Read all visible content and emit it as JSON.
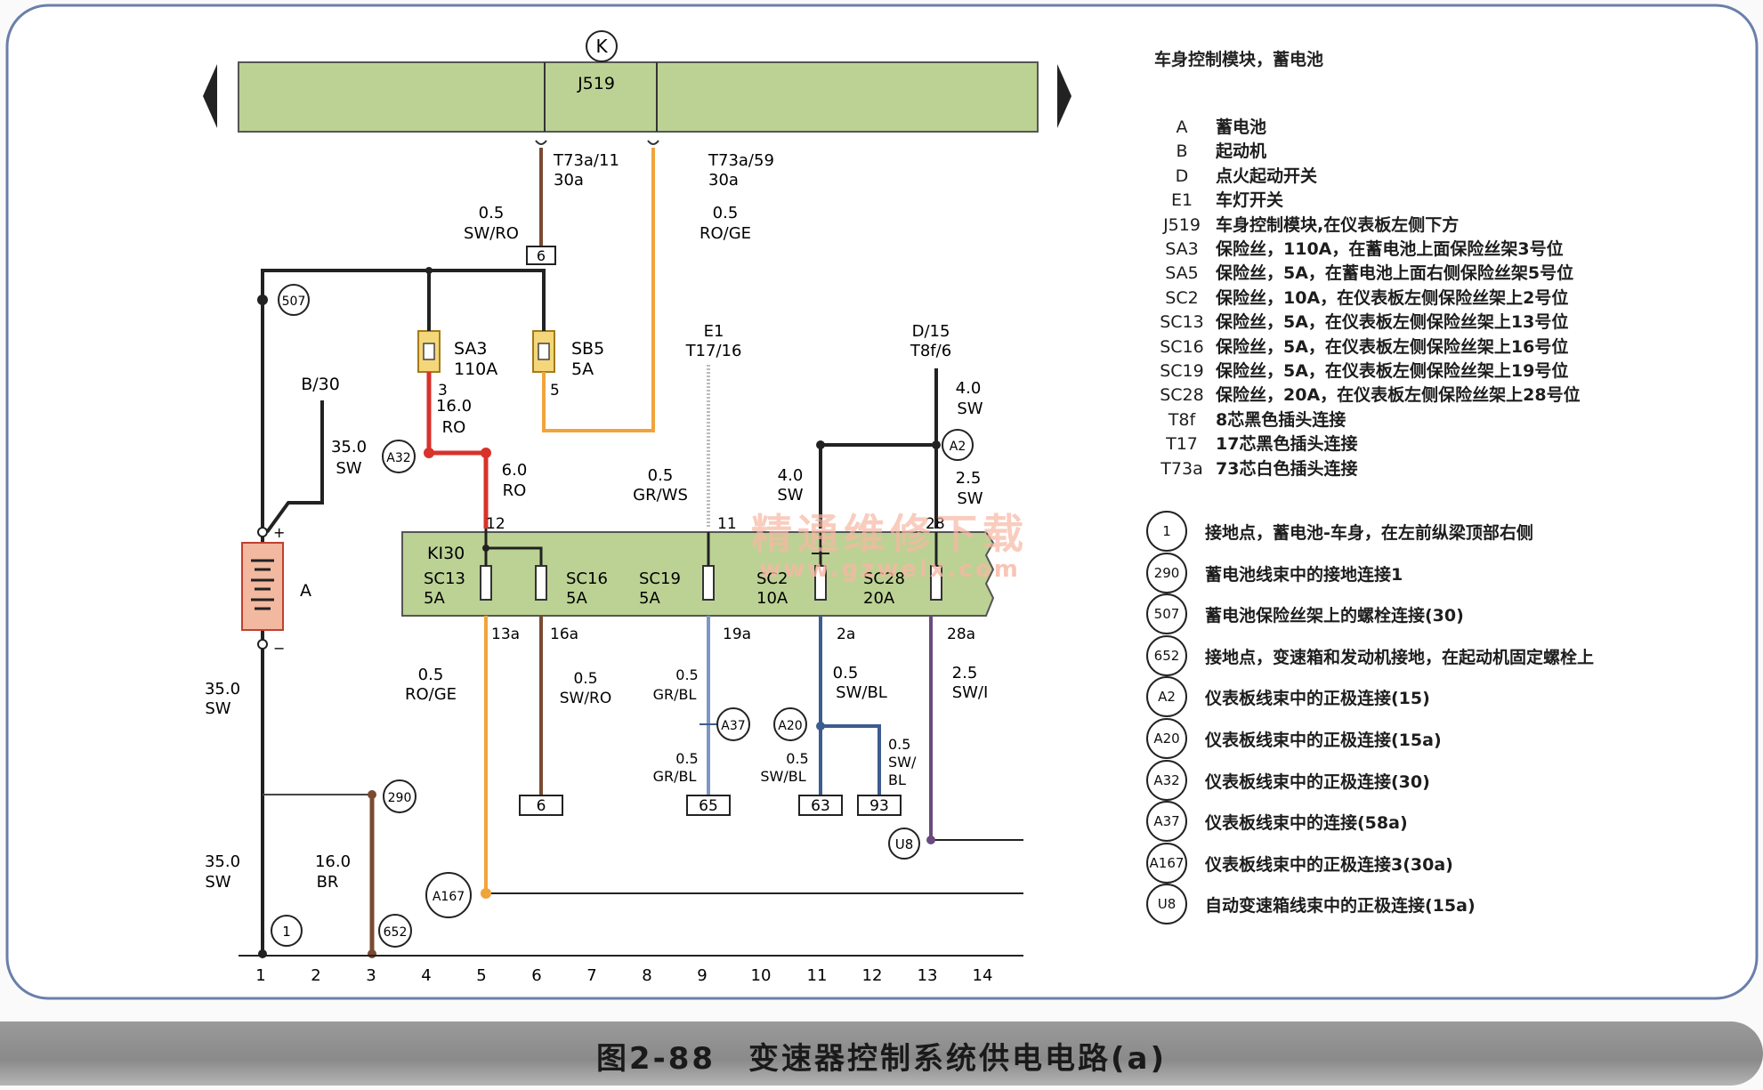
{
  "caption": "图2-88　变速器控制系统供电电路(a)",
  "legend": {
    "title": "车身控制模块，蓄电池",
    "items": [
      {
        "code": "A",
        "desc": "蓄电池"
      },
      {
        "code": "B",
        "desc": "起动机"
      },
      {
        "code": "D",
        "desc": "点火起动开关"
      },
      {
        "code": "E1",
        "desc": "车灯开关"
      },
      {
        "code": "J519",
        "desc": "车身控制模块,在仪表板左侧下方"
      },
      {
        "code": "SA3",
        "desc": "保险丝，110A，在蓄电池上面保险丝架3号位"
      },
      {
        "code": "SA5",
        "desc": "保险丝，5A，在蓄电池上面右侧保险丝架5号位"
      },
      {
        "code": "SC2",
        "desc": "保险丝，10A，在仪表板左侧保险丝架上2号位"
      },
      {
        "code": "SC13",
        "desc": "保险丝，5A，在仪表板左侧保险丝架上13号位"
      },
      {
        "code": "SC16",
        "desc": "保险丝，5A，在仪表板左侧保险丝架上16号位"
      },
      {
        "code": "SC19",
        "desc": "保险丝，5A，在仪表板左侧保险丝架上19号位"
      },
      {
        "code": "SC28",
        "desc": "保险丝，20A，在仪表板左侧保险丝架上28号位"
      },
      {
        "code": "T8f",
        "desc": "8芯黑色插头连接"
      },
      {
        "code": "T17",
        "desc": "17芯黑色插头连接"
      },
      {
        "code": "T73a",
        "desc": "73芯白色插头连接"
      }
    ],
    "refs": [
      {
        "code": "1",
        "desc": "接地点，蓄电池-车身，在左前纵梁顶部右侧"
      },
      {
        "code": "290",
        "desc": "蓄电池线束中的接地连接1"
      },
      {
        "code": "507",
        "desc": "蓄电池保险丝架上的螺栓连接(30)"
      },
      {
        "code": "652",
        "desc": "接地点，变速箱和发动机接地，在起动机固定螺栓上"
      },
      {
        "code": "A2",
        "desc": "仪表板线束中的正极连接(15)"
      },
      {
        "code": "A20",
        "desc": "仪表板线束中的正极连接(15a)"
      },
      {
        "code": "A32",
        "desc": "仪表板线束中的正极连接(30)"
      },
      {
        "code": "A37",
        "desc": "仪表板线束中的连接(58a)"
      },
      {
        "code": "A167",
        "desc": "仪表板线束中的正极连接3(30a)"
      },
      {
        "code": "U8",
        "desc": "自动变速箱线束中的正极连接(15a)"
      }
    ]
  },
  "diagram": {
    "module": "J519",
    "module_ref": "K",
    "pin_left": {
      "name": "T73a/11",
      "circuit": "30a",
      "wire": [
        "0.5",
        "SW/RO"
      ],
      "connector": "6"
    },
    "pin_right": {
      "name": "T73a/59",
      "circuit": "30a",
      "wire": [
        "0.5",
        "RO/GE"
      ]
    },
    "b30": "B/30",
    "battery": "A",
    "fuses_top": [
      {
        "name": "SA3",
        "rating": "110A",
        "pin": "3"
      },
      {
        "name": "SB5",
        "rating": "5A",
        "pin": "5"
      }
    ],
    "fuse_box_fuses": [
      {
        "name": "SC13",
        "rating": "5A",
        "pin_out": "13a"
      },
      {
        "name": "SC16",
        "rating": "5A",
        "pin_out": "16a"
      },
      {
        "name": "SC19",
        "rating": "5A",
        "pin_out": "19a"
      },
      {
        "name": "SC2",
        "rating": "10A",
        "pin_out": "2a"
      },
      {
        "name": "SC28",
        "rating": "20A",
        "pin_out": "28a"
      }
    ],
    "fuse_box_label": "KI30",
    "pin_in": [
      "12",
      "11",
      "28"
    ],
    "e1": [
      "E1",
      "T17/16"
    ],
    "d15": [
      "D/15",
      "T8f/6"
    ],
    "wires": [
      [
        "35.0",
        "SW"
      ],
      [
        "16.0",
        "RO"
      ],
      [
        "6.0",
        "RO"
      ],
      [
        "0.5",
        "GR/WS"
      ],
      [
        "4.0",
        "SW"
      ],
      [
        "4.0",
        "SW"
      ],
      [
        "2.5",
        "SW"
      ],
      [
        "35.0",
        "SW"
      ],
      [
        "35.0",
        "SW"
      ],
      [
        "16.0",
        "BR"
      ],
      [
        "0.5",
        "RO/GE"
      ],
      [
        "0.5",
        "SW/RO"
      ],
      [
        "0.5",
        "GR/BL"
      ],
      [
        "0.5",
        "GR/BL"
      ],
      [
        "0.5",
        "SW/BL"
      ],
      [
        "0.5",
        "SW/BL"
      ],
      [
        "0.5",
        "SW/",
        "BL"
      ],
      [
        "2.5",
        "SW/I"
      ]
    ],
    "connectors": [
      "6",
      "65",
      "63",
      "93"
    ],
    "nodes": [
      "507",
      "A32",
      "A2",
      "A37",
      "A20",
      "290",
      "A167",
      "U8",
      "1",
      "652"
    ],
    "grid": [
      "1",
      "2",
      "3",
      "4",
      "5",
      "6",
      "7",
      "8",
      "9",
      "10",
      "11",
      "12",
      "13",
      "14"
    ],
    "watermark": [
      "精通维修下载",
      "www.gzweix.com"
    ]
  },
  "colors": {
    "module_fill": "#bcd294",
    "fuse_fill": "#f3d77a",
    "wire_red": "#d8322a",
    "wire_orange": "#f0a43c",
    "wire_brown": "#7a4a32",
    "wire_blue": "#3d5c8f",
    "wire_purple": "#6a4a80",
    "wire_black": "#222222"
  }
}
